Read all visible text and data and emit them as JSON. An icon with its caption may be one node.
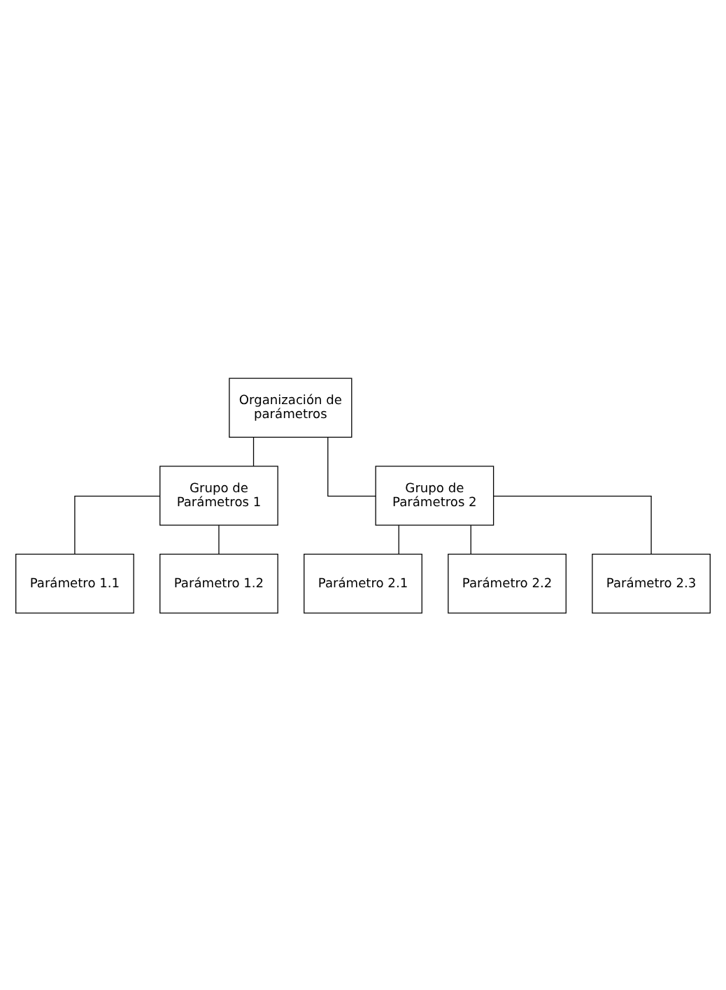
{
  "diagram": {
    "nodes": [
      {
        "text": [
          "Organización de parámetros"
        ]
      },
      {
        "text": [
          "Grupo de Parámetros 1"
        ]
      },
      {
        "text": [
          "Grupo de Parámetros 2"
        ]
      },
      {
        "text": [
          "Parámetro 1.1"
        ]
      },
      {
        "text": [
          "Parámetro 1.2"
        ]
      },
      {
        "text": [
          "Parámetro 2.1"
        ]
      },
      {
        "text": [
          "Parámetro 2.2"
        ]
      },
      {
        "text": [
          "Parámetro 2.3"
        ]
      }
    ],
    "edges": [
      {
        "from": 0,
        "to": 1,
        "arrow": "none"
      },
      {
        "from": 0,
        "to": 2,
        "arrow": "none"
      },
      {
        "from": 1,
        "to": 3,
        "arrow": "none"
      },
      {
        "from": 1,
        "to": 4,
        "arrow": "none"
      },
      {
        "from": 2,
        "to": 5,
        "arrow": "none"
      },
      {
        "from": 2,
        "to": 6,
        "arrow": "none"
      },
      {
        "from": 2,
        "to": 7,
        "arrow": "none"
      }
    ]
  }
}
